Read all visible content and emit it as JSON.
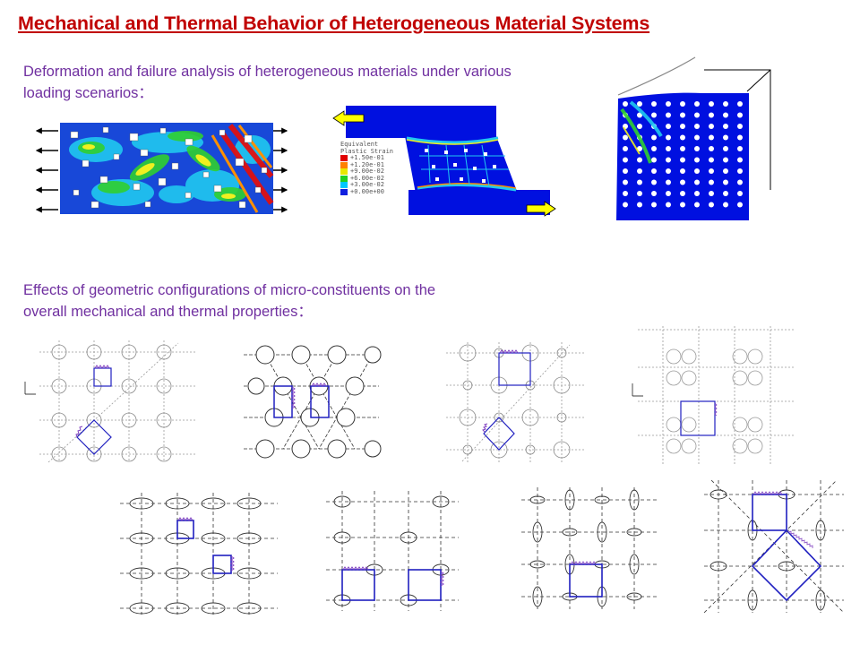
{
  "title": "Mechanical and Thermal Behavior of Heterogeneous Material Systems",
  "section1": {
    "text_line1": "Deformation and failure analysis of heterogeneous  materials under various",
    "text_line2": "loading scenarios："
  },
  "section2": {
    "text_line1": "Effects of geometric configurations of micro-constituents on the",
    "text_line2": "overall mechanical and thermal properties："
  },
  "legend": {
    "title1": "Equivalent",
    "title2": "Plastic Strain",
    "values": [
      "+1.50e-01",
      "+1.20e-01",
      "+9.00e-02",
      "+6.00e-02",
      "+3.00e-02",
      "+0.00e+00"
    ],
    "colors": [
      "#e00000",
      "#ff8000",
      "#e8e800",
      "#20d020",
      "#00c8ff",
      "#1020e0"
    ]
  },
  "colors": {
    "title": "#c00000",
    "text": "#7030a0",
    "fem_blue": "#0010e0",
    "arrow_yellow": "#ffff00",
    "cell_outline": "#2020c0",
    "spring": "#8040c0"
  }
}
